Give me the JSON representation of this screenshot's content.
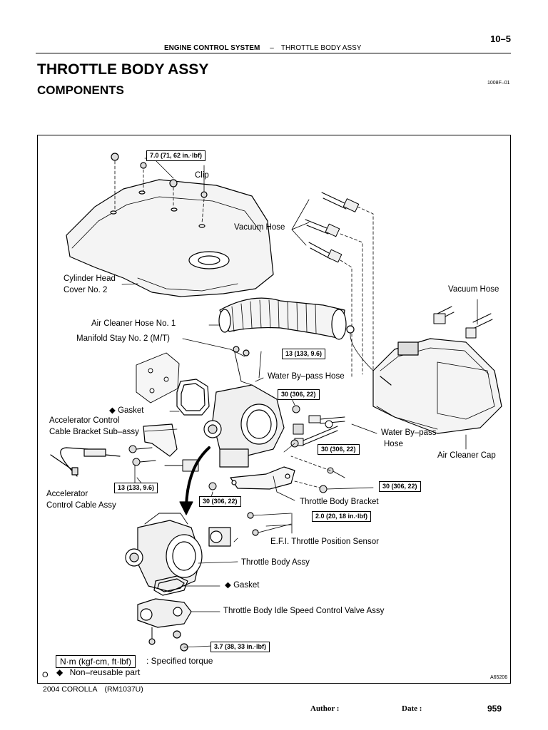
{
  "header": {
    "page_number": "10–5",
    "system": "ENGINE CONTROL SYSTEM",
    "separator": "–",
    "section": "THROTTLE BODY ASSY"
  },
  "title": "THROTTLE BODY ASSY",
  "subtitle": "COMPONENTS",
  "figure_code_top": "1008F–01",
  "figure_code_bottom": "A65206",
  "corner_mark": "O",
  "labels": {
    "clip": "Clip",
    "vacuum_hose_1": "Vacuum Hose",
    "vacuum_hose_2": "Vacuum Hose",
    "cylinder_head_cover_line1": "Cylinder Head",
    "cylinder_head_cover_line2": "Cover No. 2",
    "air_cleaner_hose": "Air Cleaner Hose No. 1",
    "manifold_stay": "Manifold Stay No. 2 (M/T)",
    "water_bypass_hose_1": "Water By–pass Hose",
    "gasket_1": "Gasket",
    "accel_bracket_line1": "Accelerator Control",
    "accel_bracket_line2": "Cable Bracket Sub–assy",
    "water_bypass_hose_2_line1": "Water By–pass",
    "water_bypass_hose_2_line2": "Hose",
    "air_cleaner_cap": "Air Cleaner Cap",
    "accel_cable_line1": "Accelerator",
    "accel_cable_line2": "Control Cable Assy",
    "throttle_body_bracket": "Throttle Body Bracket",
    "efi_sensor": "E.F.I. Throttle Position Sensor",
    "throttle_body_assy": "Throttle Body Assy",
    "gasket_2": "Gasket",
    "idle_valve": "Throttle Body Idle Speed Control Valve Assy"
  },
  "torques": {
    "t1": "7.0 (71, 62 in.·lbf)",
    "t2": "13 (133, 9.6)",
    "t3": "30 (306, 22)",
    "t4": "30 (306, 22)",
    "t5": "13 (133, 9.6)",
    "t6": "30 (306, 22)",
    "t7": "30 (306, 22)",
    "t8": "2.0 (20, 18 in.·lbf)",
    "t9": "3.7 (38, 33 in.·lbf)"
  },
  "legend": {
    "unit_box": "N·m (kgf·cm, ft·lbf)",
    "unit_text": ": Specified torque",
    "diamond_text": "Non–reusable part",
    "diamond_symbol": "◆"
  },
  "footer": {
    "model": "2004 COROLLA",
    "manual_code": "(RM1037U)",
    "author": "Author :",
    "date": "Date :",
    "page": "959"
  }
}
